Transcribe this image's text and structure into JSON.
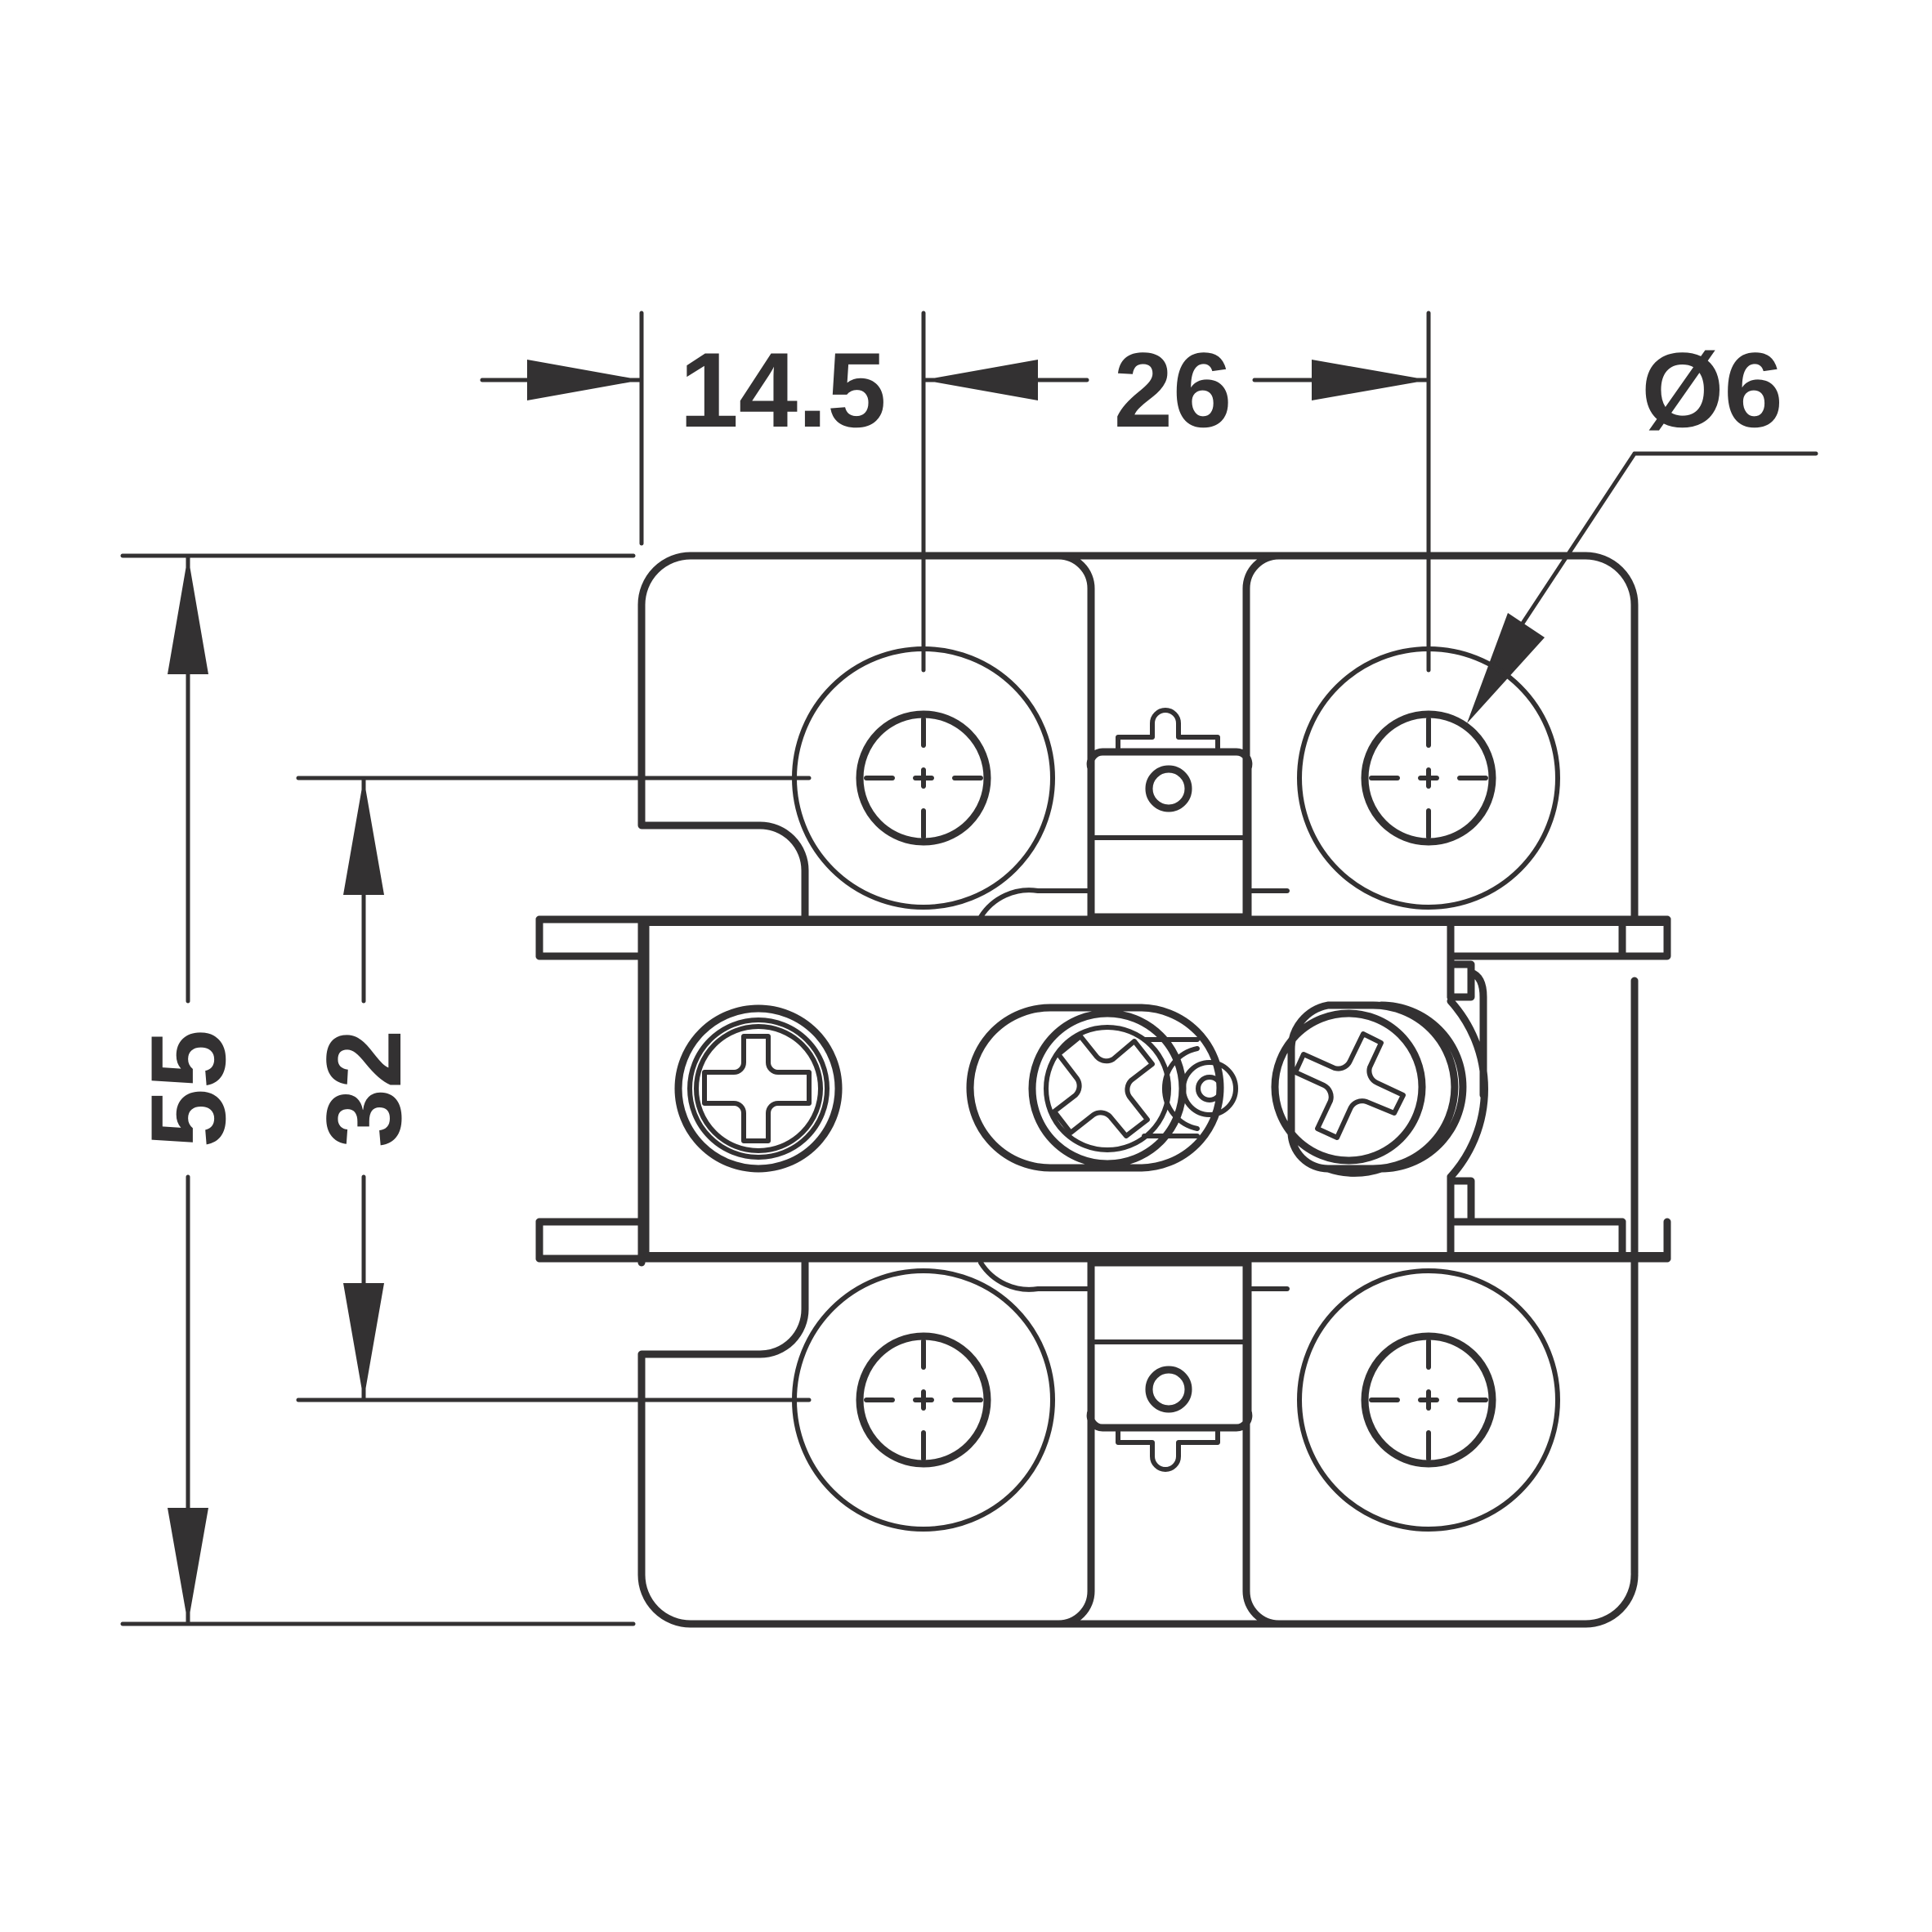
{
  "dimensions": {
    "offset_width": "14.5",
    "hole_spacing": "26",
    "hole_diameter": "Ø6",
    "overall_height": "55",
    "hole_height": "32"
  },
  "colors": {
    "line": "#333132",
    "background": "#ffffff"
  },
  "icons": {
    "screw_head": "phillips-screw-icon",
    "dowel": "dowel-hole-icon"
  }
}
